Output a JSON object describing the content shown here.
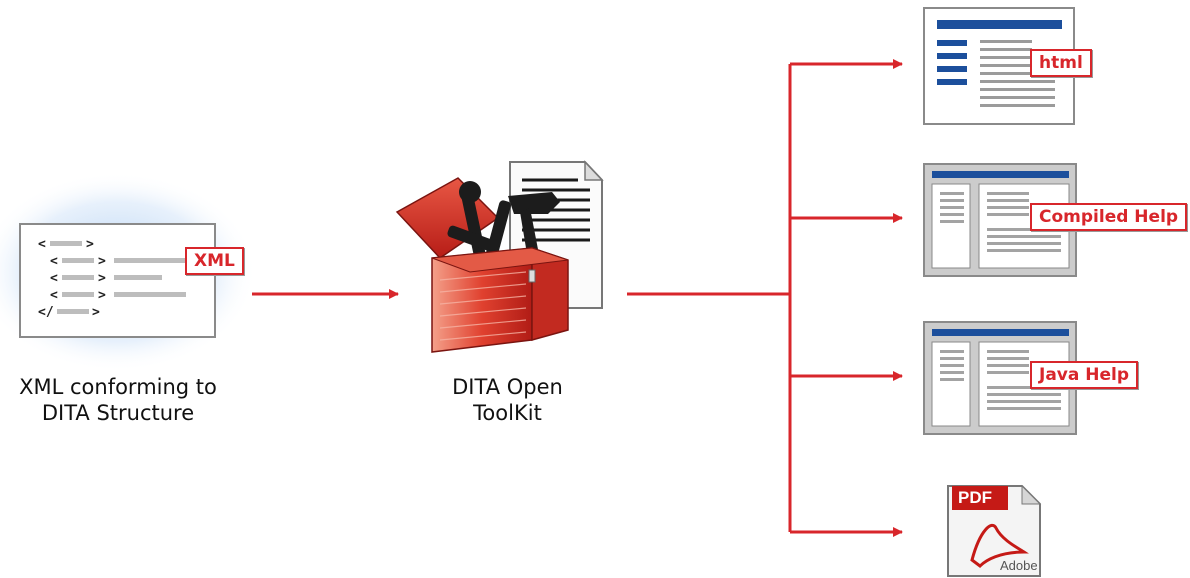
{
  "source": {
    "badge": "XML",
    "caption_line1": "XML conforming to",
    "caption_line2": "DITA Structure",
    "code_lines": [
      "<",
      ">",
      "<",
      ">",
      "<",
      ">",
      "<",
      ">",
      "</",
      ">"
    ]
  },
  "toolkit": {
    "caption_line1": "DITA Open",
    "caption_line2": "ToolKit"
  },
  "outputs": [
    {
      "label": "html"
    },
    {
      "label": "Compiled Help"
    },
    {
      "label": "Java Help"
    },
    {
      "label": "PDF",
      "sublabel": "Adobe"
    }
  ],
  "colors": {
    "accent_red": "#d8262b",
    "doc_blue": "#1c4f9c",
    "panel_gray": "#c9c9c9"
  }
}
